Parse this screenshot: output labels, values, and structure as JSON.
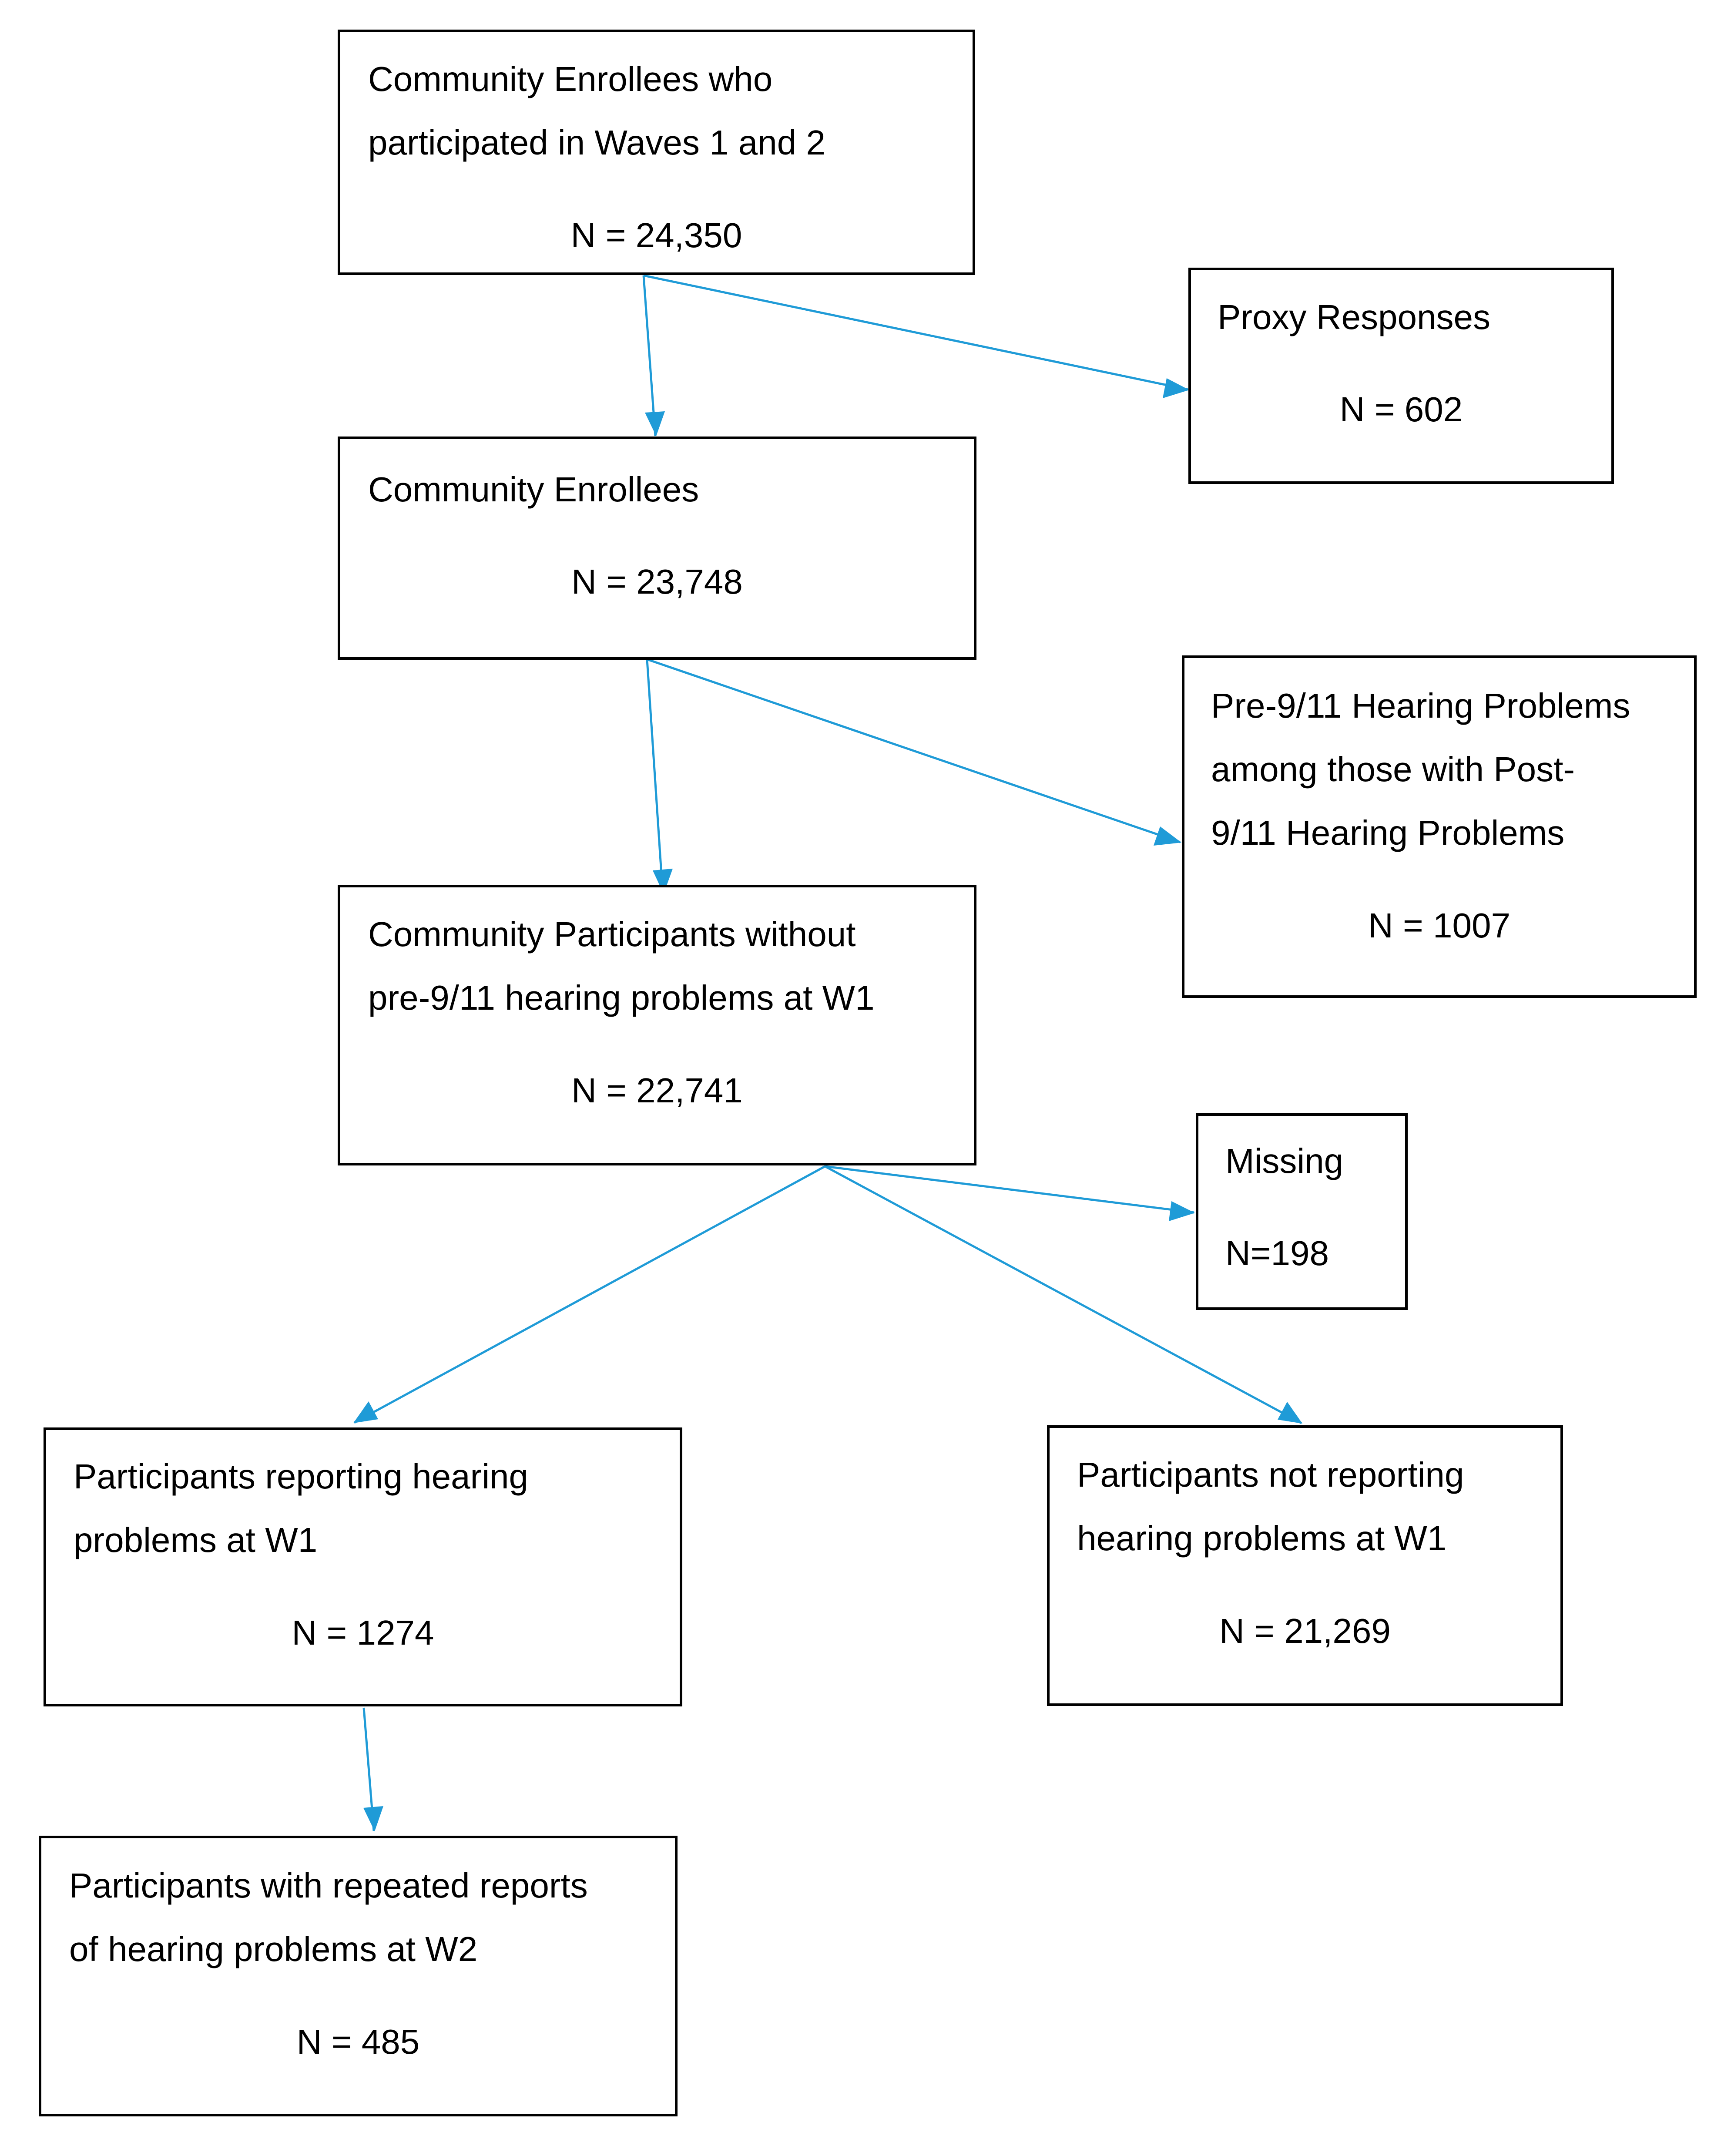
{
  "colors": {
    "arrow": "#1f9bd7",
    "border": "#000000",
    "text": "#000000",
    "background": "#ffffff"
  },
  "boxes": {
    "b1": {
      "lines": [
        "Community Enrollees who",
        "participated in Waves 1 and 2"
      ],
      "n": "N = 24,350"
    },
    "b2": {
      "lines": [
        "Proxy Responses"
      ],
      "n": "N = 602"
    },
    "b3": {
      "lines": [
        "Community Enrollees"
      ],
      "n": "N = 23,748"
    },
    "b4": {
      "lines": [
        "Pre-9/11 Hearing Problems",
        "among those with Post-",
        "9/11 Hearing Problems"
      ],
      "n": "N = 1007"
    },
    "b5": {
      "lines": [
        "Community Participants without",
        "pre-9/11 hearing problems at W1"
      ],
      "n": "N = 22,741"
    },
    "b6": {
      "lines": [
        "Missing"
      ],
      "n": "N=198"
    },
    "b7": {
      "lines": [
        "Participants reporting hearing",
        "problems at W1"
      ],
      "n": "N = 1274"
    },
    "b8": {
      "lines": [
        "Participants not reporting",
        "hearing problems at W1"
      ],
      "n": "N = 21,269"
    },
    "b9": {
      "lines": [
        "Participants with repeated reports",
        "of hearing problems at W2"
      ],
      "n": "N = 485"
    }
  },
  "edges": [
    {
      "from": "b1",
      "to": "b3"
    },
    {
      "from": "b1",
      "to": "b2"
    },
    {
      "from": "b3",
      "to": "b5"
    },
    {
      "from": "b3",
      "to": "b4"
    },
    {
      "from": "b5",
      "to": "b6"
    },
    {
      "from": "b5",
      "to": "b7"
    },
    {
      "from": "b5",
      "to": "b8"
    },
    {
      "from": "b7",
      "to": "b9"
    }
  ]
}
